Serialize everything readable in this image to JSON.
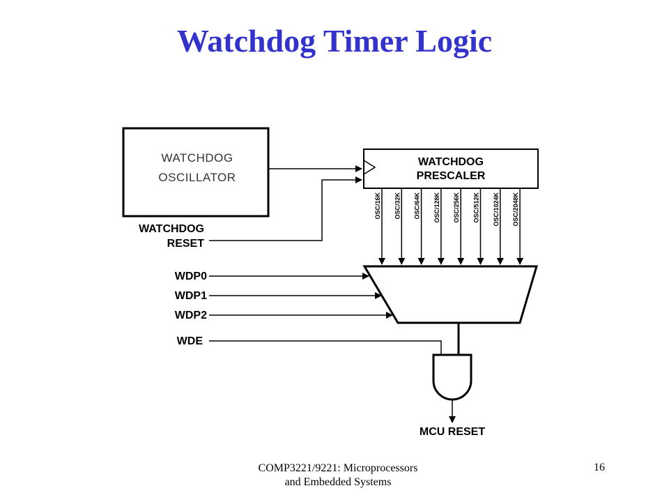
{
  "slide": {
    "title": "Watchdog Timer Logic"
  },
  "diagram": {
    "oscillator_label": [
      "WATCHDOG",
      "OSCILLATOR"
    ],
    "prescaler_label": [
      "WATCHDOG",
      "PRESCALER"
    ],
    "reset_input_label": [
      "WATCHDOG",
      "RESET"
    ],
    "prescaler_taps": [
      "OSC/16K",
      "OSC/32K",
      "OSC/64K",
      "OSC/128K",
      "OSC/256K",
      "OSC/512K",
      "OSC/1024K",
      "OSC/2048K"
    ],
    "select_inputs": [
      "WDP0",
      "WDP1",
      "WDP2"
    ],
    "enable_input": "WDE",
    "output_label": "MCU RESET"
  },
  "footer": {
    "course": [
      "COMP3221/9221: Microprocessors",
      "and Embedded Systems"
    ],
    "page_number": "16"
  }
}
